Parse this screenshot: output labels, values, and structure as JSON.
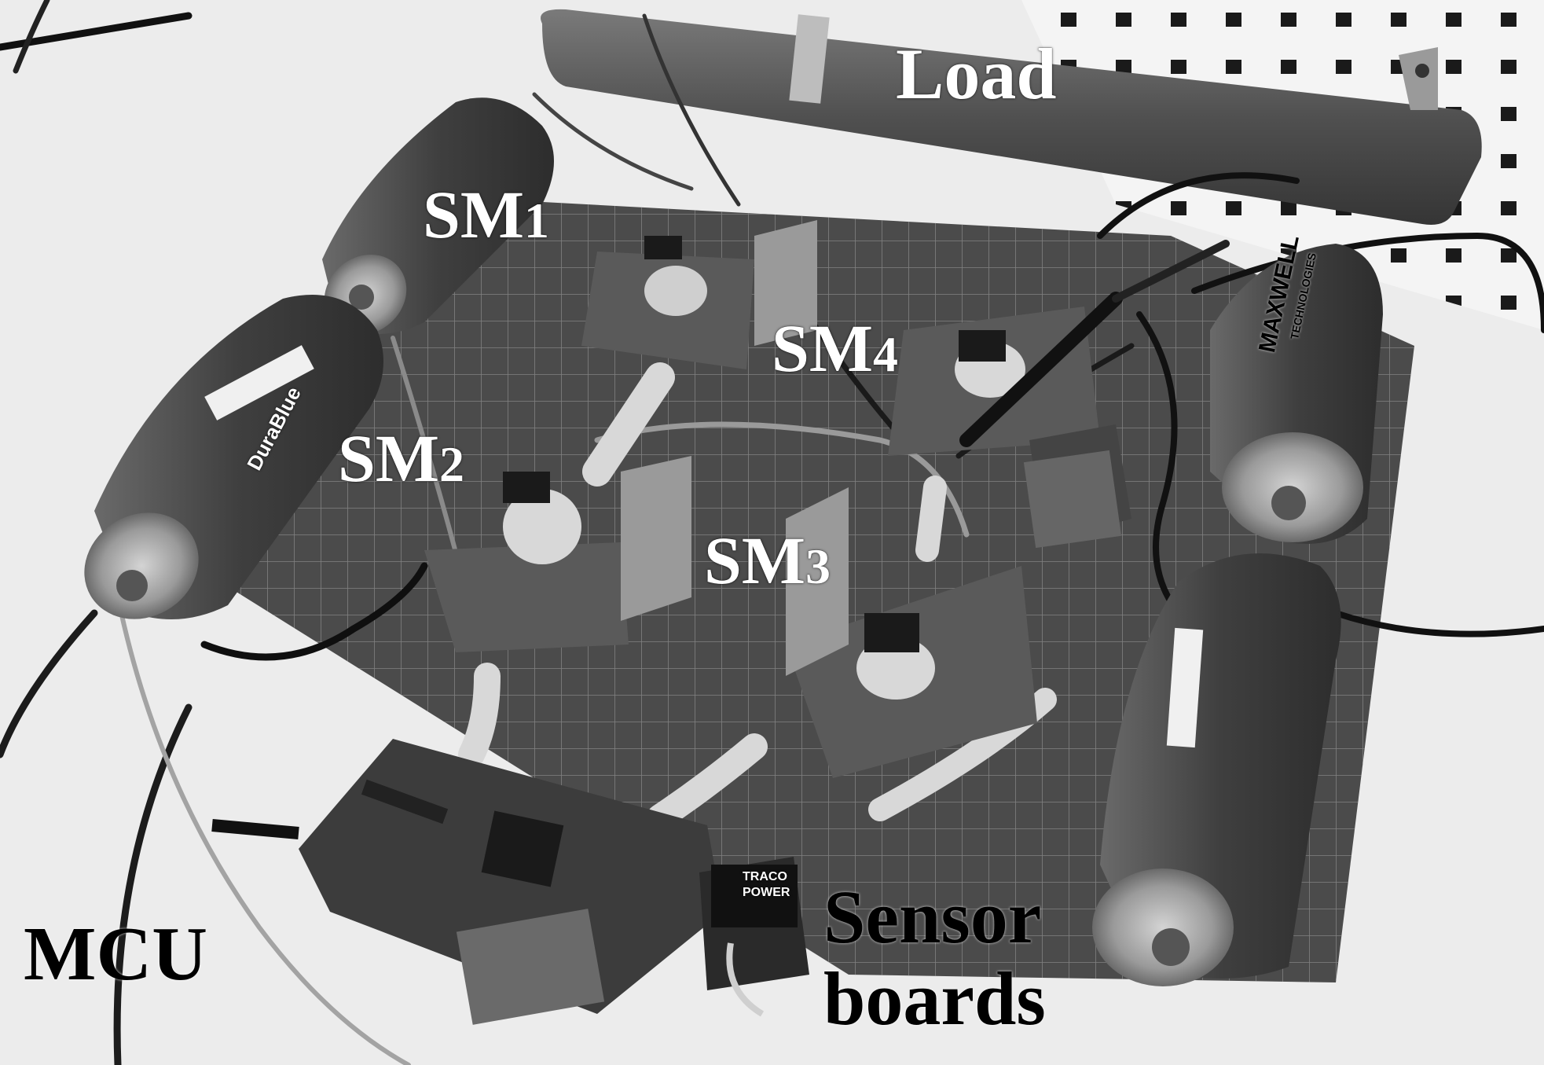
{
  "labels": {
    "load": "Load",
    "sm1": {
      "prefix": "SM",
      "index": "1"
    },
    "sm2": {
      "prefix": "SM",
      "index": "2"
    },
    "sm3": {
      "prefix": "SM",
      "index": "3"
    },
    "sm4": {
      "prefix": "SM",
      "index": "4"
    },
    "mcu": "MCU",
    "sensor_line1": "Sensor",
    "sensor_line2": "boards"
  },
  "device_text": {
    "cap_brand": "DuraBlue",
    "cap_maker": "MAXWELL",
    "cap_maker_sub": "TECHNOLOGIES",
    "dcdc_brand_1": "TRACO",
    "dcdc_brand_2": "POWER"
  },
  "colors": {
    "background": "#ececec",
    "mat": "#4b4b4b",
    "mat_grid": "#8a8a8a",
    "capacitor": "#4f4f4f",
    "pcb": "#5a5a5a",
    "resistor": "#555555"
  }
}
